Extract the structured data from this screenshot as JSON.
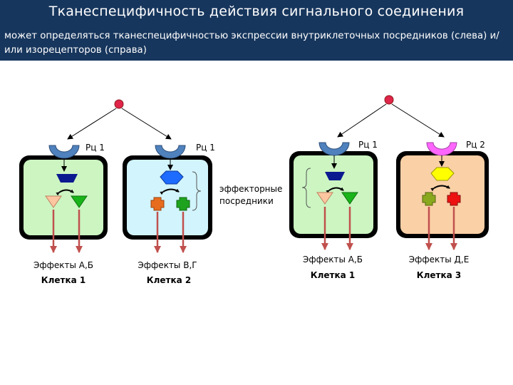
{
  "header": {
    "title": "Тканеспецифичность действия сигнального соединения",
    "subtitle": "может определяться тканеспецифичностью экспрессии внутриклеточных посредников (слева) и/или изорецепторов (справа)"
  },
  "diagram": {
    "receptors": [
      "Рц 1",
      "Рц 1",
      "Рц 1",
      "Рц 2"
    ],
    "effector_label": [
      "эффекторные",
      "посредники"
    ],
    "effects": [
      "Эффекты А,Б",
      "Эффекты В,Г",
      "Эффекты А,Б",
      "Эффекты Д,Е"
    ],
    "cells": [
      "Клетка 1",
      "Клетка 2",
      "Клетка 1",
      "Клетка 3"
    ],
    "colors": {
      "cell_green": "#ccf5c2",
      "cell_lightblue": "#d2f4fc",
      "cell_peach": "#fad0a6",
      "receptor_blue": "#4f81bd",
      "receptor_magenta": "#ff66ff",
      "ligand_red": "#e0254a",
      "arrow_red": "#c0504d",
      "navy": "#0b1a8f",
      "bright_blue": "#1e6bff",
      "yellow": "#ffff00",
      "peach_triangle": "#fbc6a0",
      "green_triangle": "#19b419",
      "orange_cross": "#e86c1e",
      "green_cross": "#1ea31e",
      "olive_cross": "#8aa81e",
      "red_cross": "#ee1111"
    }
  }
}
